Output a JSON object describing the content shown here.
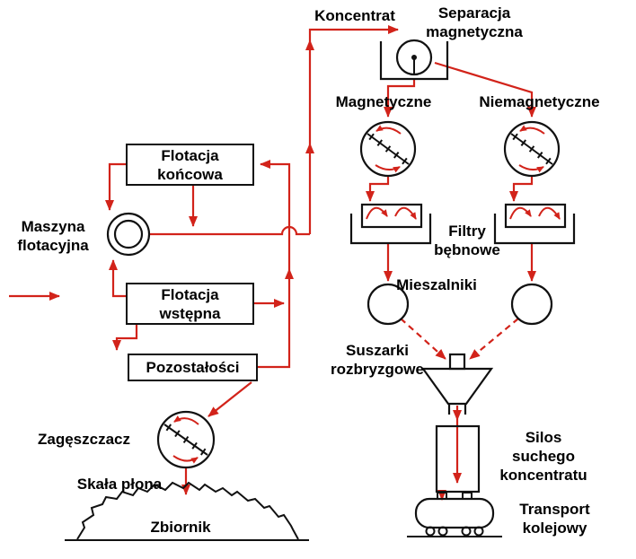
{
  "colors": {
    "background": "#ffffff",
    "line_red": "#d2231a",
    "line_black": "#111111",
    "text": "#000000"
  },
  "diagram": {
    "type": "process-flow",
    "labels": {
      "koncentrat": "Koncentrat",
      "separacja_magnetyczna": "Separacja\nmagnetyczna",
      "magnetyczne": "Magnetyczne",
      "niemagnetyczne": "Niemagnetyczne",
      "filtry_bebnowe": "Filtry\nbębnowe",
      "mieszalniki": "Mieszalniki",
      "suszarki_rozbryzgowe": "Suszarki\nrozbryzgowe",
      "silos_suchego_koncentratu": "Silos\nsuchego\nkoncentratu",
      "transport_kolejowy": "Transport\nkolejowy",
      "flotacja_koncowa": "Flotacja\nkońcowa",
      "maszyna_flotacyjna": "Maszyna\nflotacyjna",
      "flotacja_wstepna": "Flotacja\nwstępna",
      "pozostalosci": "Pozostałości",
      "zageszczacz": "Zagęszczacz",
      "skala_plona": "Skała płona",
      "zbiornik": "Zbiornik"
    }
  }
}
